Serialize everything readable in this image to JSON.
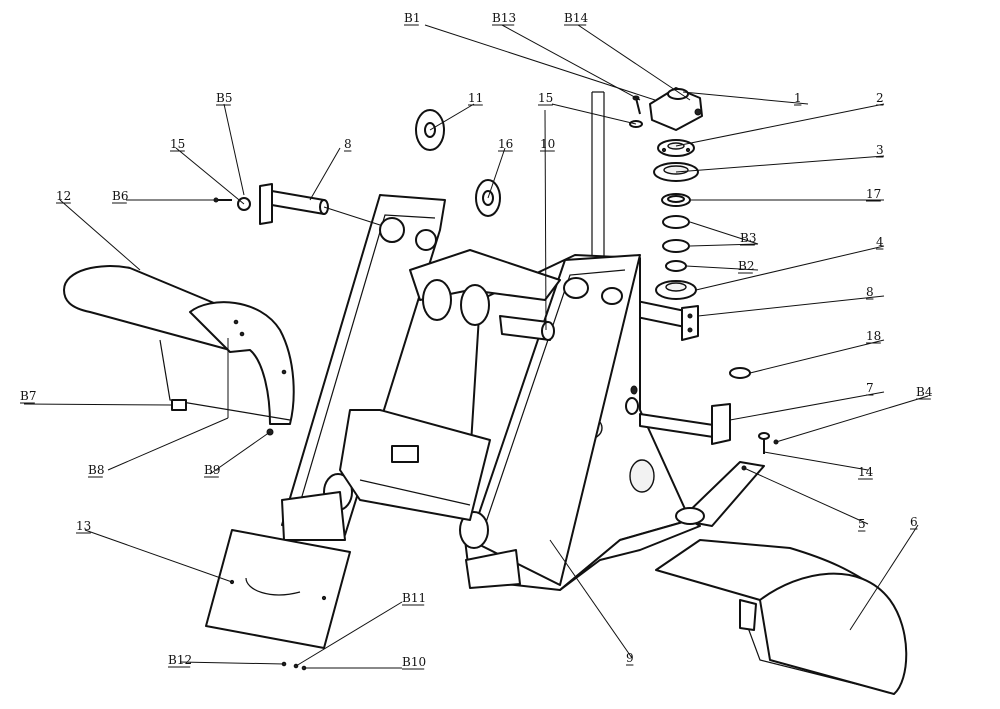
{
  "colors": {
    "line": "#111111",
    "background": "#ffffff",
    "shade": "#f2f2f2"
  },
  "callouts": [
    {
      "id": "B1",
      "text": "B1"
    },
    {
      "id": "B13",
      "text": "B13"
    },
    {
      "id": "B14",
      "text": "B14"
    },
    {
      "id": "c1",
      "text": "1"
    },
    {
      "id": "c2",
      "text": "2"
    },
    {
      "id": "c3",
      "text": "3"
    },
    {
      "id": "c15a",
      "text": "15"
    },
    {
      "id": "c17",
      "text": "17"
    },
    {
      "id": "B3",
      "text": "B3"
    },
    {
      "id": "B2",
      "text": "B2"
    },
    {
      "id": "c4",
      "text": "4"
    },
    {
      "id": "c8a",
      "text": "8"
    },
    {
      "id": "c18",
      "text": "18"
    },
    {
      "id": "c7",
      "text": "7"
    },
    {
      "id": "B4",
      "text": "B4"
    },
    {
      "id": "c14",
      "text": "14"
    },
    {
      "id": "c5",
      "text": "5"
    },
    {
      "id": "c6",
      "text": "6"
    },
    {
      "id": "c9",
      "text": "9"
    },
    {
      "id": "c10",
      "text": "10"
    },
    {
      "id": "c16",
      "text": "16"
    },
    {
      "id": "c11",
      "text": "11"
    },
    {
      "id": "c8b",
      "text": "8"
    },
    {
      "id": "B5",
      "text": "B5"
    },
    {
      "id": "c15b",
      "text": "15"
    },
    {
      "id": "B6",
      "text": "B6"
    },
    {
      "id": "c12",
      "text": "12"
    },
    {
      "id": "B7",
      "text": "B7"
    },
    {
      "id": "B8",
      "text": "B8"
    },
    {
      "id": "B9",
      "text": "B9"
    },
    {
      "id": "c13",
      "text": "13"
    },
    {
      "id": "B11",
      "text": "B11"
    },
    {
      "id": "B12",
      "text": "B12"
    },
    {
      "id": "B10",
      "text": "B10"
    }
  ]
}
